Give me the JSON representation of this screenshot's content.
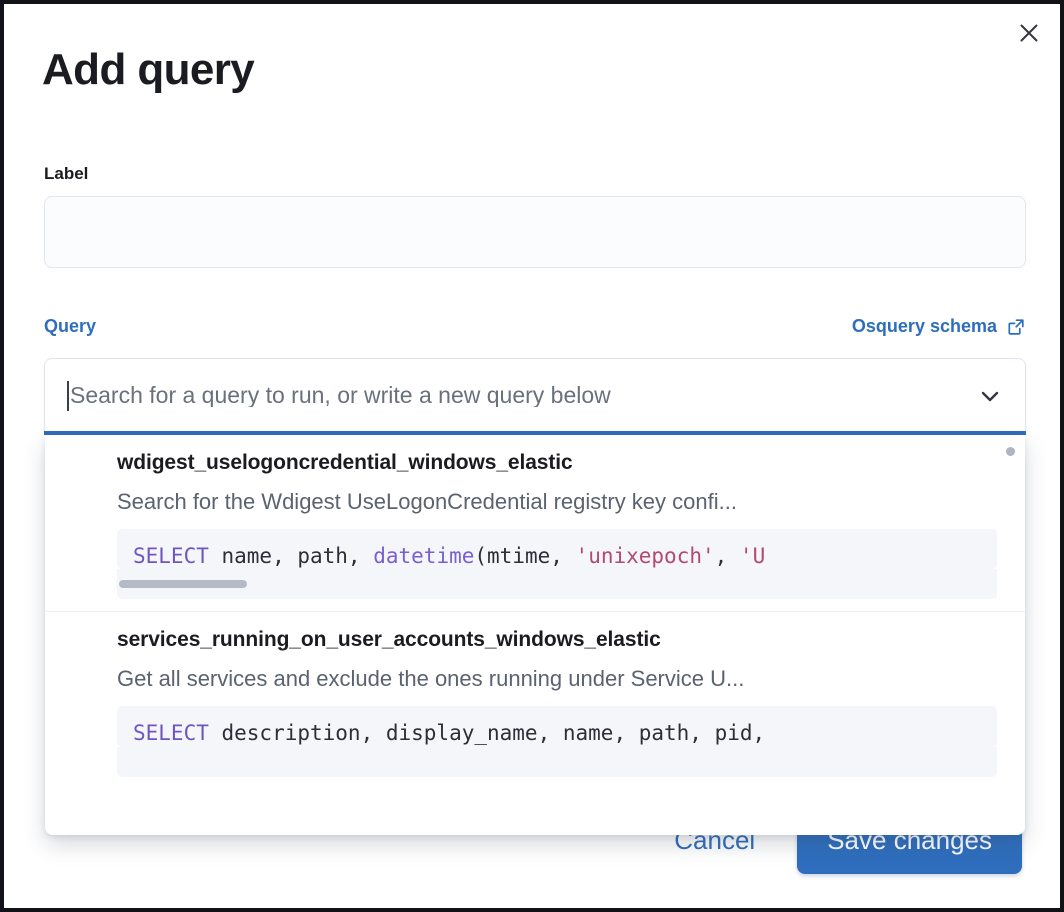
{
  "modal": {
    "title": "Add query",
    "close_icon": "close-icon"
  },
  "label_field": {
    "label": "Label",
    "value": "",
    "placeholder": ""
  },
  "query_section": {
    "label": "Query",
    "schema_link_text": "Osquery schema",
    "schema_link_icon": "external-link-icon",
    "combobox": {
      "value": "",
      "placeholder": "Search for a query to run, or write a new query below",
      "chevron_icon": "chevron-down-icon"
    }
  },
  "dropdown": {
    "options": [
      {
        "title": "wdigest_uselogoncredential_windows_elastic",
        "description": "Search for the Wdigest UseLogonCredential registry key confi...",
        "code": {
          "keyword": "SELECT",
          "segment1": " name, path, ",
          "function": "datetime",
          "segment2": "(mtime, ",
          "string1": "'unixepoch'",
          "segment3": ", ",
          "string2": "'U"
        },
        "has_scrollbar": true
      },
      {
        "title": "services_running_on_user_accounts_windows_elastic",
        "description": "Get all services and exclude the ones running under Service U...",
        "code": {
          "keyword": "SELECT",
          "segment1": " description, display_name, name, path, pid,",
          "function": "",
          "segment2": "",
          "string1": "",
          "segment3": "",
          "string2": ""
        },
        "has_scrollbar": false
      }
    ]
  },
  "footer": {
    "cancel_label": "Cancel",
    "save_label": "Save changes"
  },
  "colors": {
    "accent": "#2e6ebd",
    "text_primary": "#1a1c21",
    "text_muted": "#5b6270",
    "code_keyword": "#6f56bf",
    "code_string": "#b14a6c",
    "code_bg": "#f5f6fa"
  }
}
